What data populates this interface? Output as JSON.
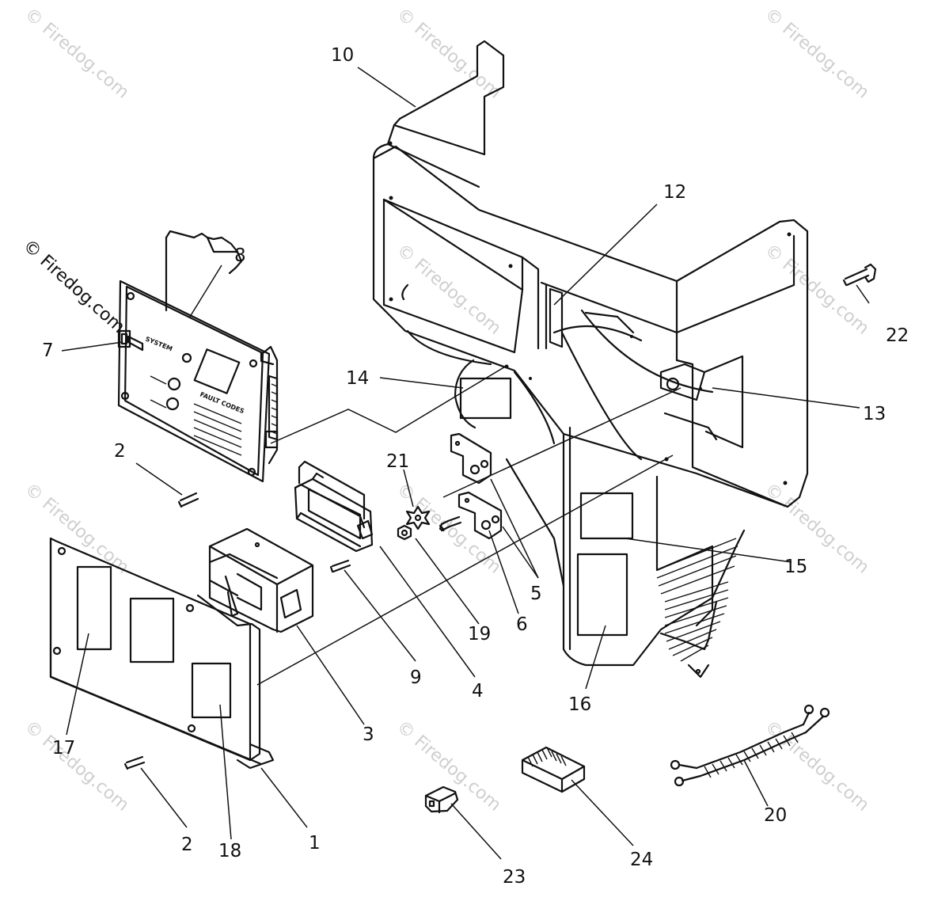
{
  "watermark": "© Firedog.com",
  "copyright_mark": "© Firedog.com",
  "panel_texts": {
    "system": "SYSTEM",
    "fault_codes": "FAULT CODES"
  },
  "callouts": [
    {
      "label": "1"
    },
    {
      "label": "2"
    },
    {
      "label": "2"
    },
    {
      "label": "3"
    },
    {
      "label": "4"
    },
    {
      "label": "5"
    },
    {
      "label": "6"
    },
    {
      "label": "7"
    },
    {
      "label": "8"
    },
    {
      "label": "9"
    },
    {
      "label": "10"
    },
    {
      "label": "12"
    },
    {
      "label": "13"
    },
    {
      "label": "14"
    },
    {
      "label": "15"
    },
    {
      "label": "16"
    },
    {
      "label": "17"
    },
    {
      "label": "18"
    },
    {
      "label": "19"
    },
    {
      "label": "20"
    },
    {
      "label": "21"
    },
    {
      "label": "22"
    },
    {
      "label": "23"
    },
    {
      "label": "24"
    }
  ]
}
